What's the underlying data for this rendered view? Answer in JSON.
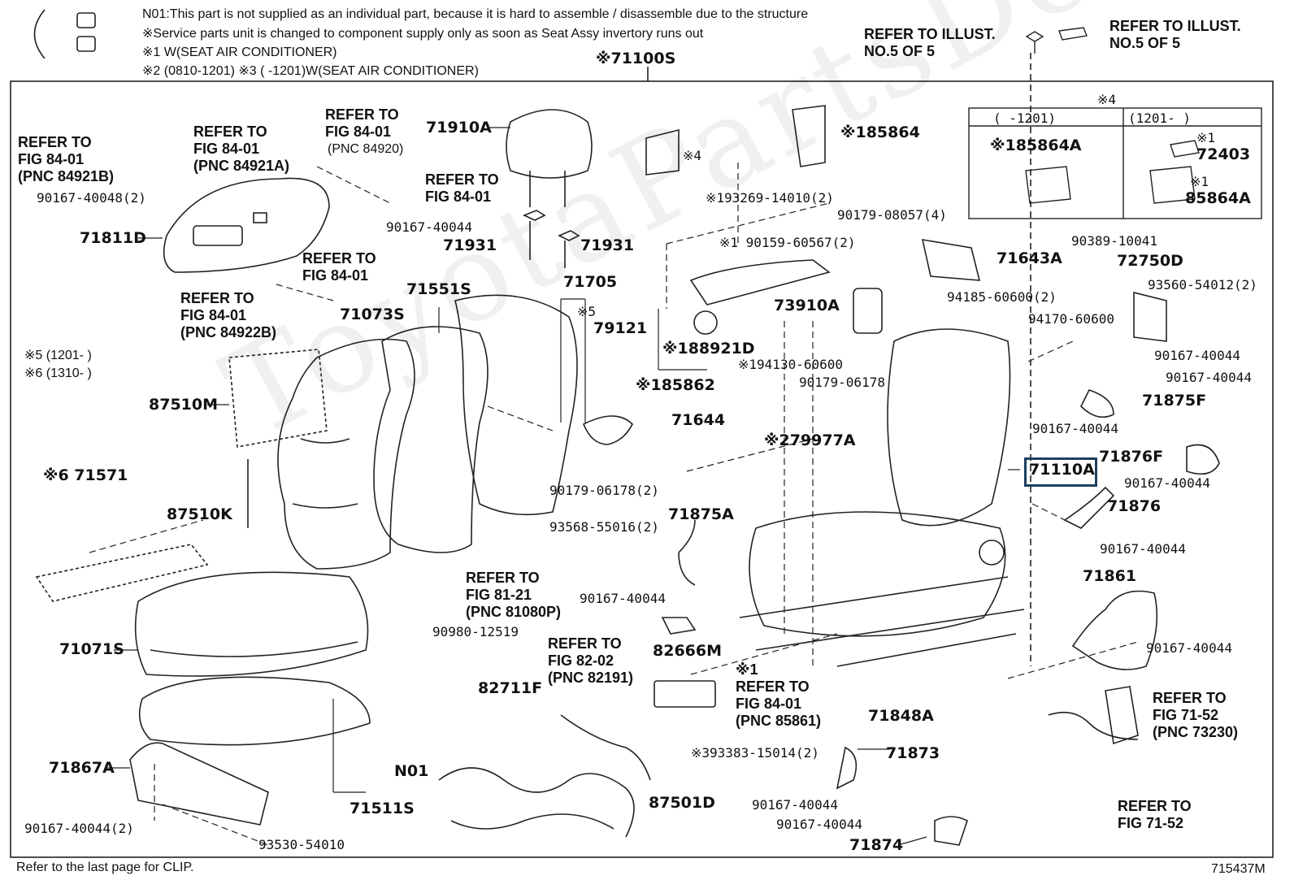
{
  "header": {
    "note_n01": "N01:This part is not supplied as an individual part, because it is hard to assemble / disassemble due to the structure",
    "note_service": "※Service parts unit is changed to component supply only as soon as Seat Assy invertory runs out",
    "note_1": "※1 W(SEAT AIR CONDITIONER)",
    "note_2": "※2 (0810-1201) ※3 (      -1201)W(SEAT AIR CONDITIONER)",
    "note_5": "※5 (1201-      )",
    "note_6": "※6 (1310-      )"
  },
  "refs": {
    "illust_top_left": "REFER TO ILLUST.\nNO.5 OF 5",
    "illust_top_right": "REFER TO ILLUST.\nNO.5 OF 5",
    "r1": "REFER TO\nFIG 84-01\n(PNC 84921B)",
    "r2": "REFER TO\nFIG 84-01\n(PNC 84921A)",
    "r3": "REFER TO\nFIG 84-01",
    "r3_pnc": "(PNC 84920)",
    "r4": "REFER TO\nFIG 84-01",
    "r5": "REFER TO\nFIG 84-01",
    "r6": "REFER TO\nFIG 84-01\n(PNC 84922B)",
    "r7": "REFER TO\nFIG 81-21\n(PNC 81080P)",
    "r8": "REFER TO\nFIG 82-02\n(PNC 82191)",
    "r9": "※1\nREFER TO\nFIG 84-01\n(PNC 85861)",
    "r10": "REFER TO\nFIG 71-52\n(PNC 73230)",
    "r11": "REFER TO\nFIG 71-52"
  },
  "inset": {
    "mark": "※4",
    "col_left": "(      -1201)",
    "col_right": "(1201-      )",
    "part_left": "※185864A",
    "mark_right_1": "※1",
    "part_right_1": "72403",
    "mark_right_2": "※1",
    "part_right_2": "85864A"
  },
  "parts": {
    "p71100s": "※71100S",
    "p71910a": "71910A",
    "p71811d": "71811D",
    "p90167_40048": "90167-40048(2)",
    "p90167_40044a": "90167-40044",
    "p71931a": "71931",
    "p71931b": "71931",
    "p71551s": "71551S",
    "p71705": "71705",
    "p5mark": "※5",
    "p79121": "79121",
    "p71073s": "71073S",
    "p87510m": "87510M",
    "p71571": "※6 71571",
    "p87510k": "87510K",
    "p71071s": "71071S",
    "p71867a": "71867A",
    "p90167_40044_2": "90167-40044(2)",
    "p93530": "93530-54010",
    "p71511s": "71511S",
    "pN01": "N01",
    "p90980": "90980-12519",
    "p82711f": "82711F",
    "p87501d": "87501D",
    "p93568": "93568-55016(2)",
    "p185864": "※185864",
    "p4mark": "※4",
    "p193269": "※193269-14010(2)",
    "p90159": "※1 90159-60567(2)",
    "p90179_08057": "90179-08057(4)",
    "p71643a": "71643A",
    "p73910a": "73910A",
    "p94185": "94185-60600(2)",
    "p188921d": "※188921D",
    "p194130": "※194130-60600",
    "p90179_06178a": "90179-06178",
    "p185862": "※185862",
    "p71644": "71644",
    "p79977a": "※279977A",
    "p90179_06178b": "90179-06178(2)",
    "p71875a": "71875A",
    "p90167_40044b": "90167-40044",
    "p82666m": "82666M",
    "p93383": "※393383-15014(2)",
    "p71848a": "71848A",
    "p71873": "71873",
    "p90167_40044c": "90167-40044",
    "p90167_40044d": "90167-40044",
    "p71874": "71874",
    "p90389": "90389-10041",
    "p72750d": "72750D",
    "p93560": "93560-54012(2)",
    "p94170": "94170-60600",
    "p90167_40044e": "90167-40044",
    "p90167_40044f": "90167-40044",
    "p71875f": "71875F",
    "p90167_40044g": "90167-40044",
    "p71876f": "71876F",
    "p71110a": "71110A",
    "p90167_40044h": "90167-40044",
    "p71876": "71876",
    "p90167_40044i": "90167-40044",
    "p71861": "71861",
    "p90167_40044j": "90167-40044"
  },
  "footer": {
    "clip_note": "Refer to the last page for CLIP.",
    "figure_code": "715437M"
  },
  "watermark": "ToyotaPartsDeal"
}
